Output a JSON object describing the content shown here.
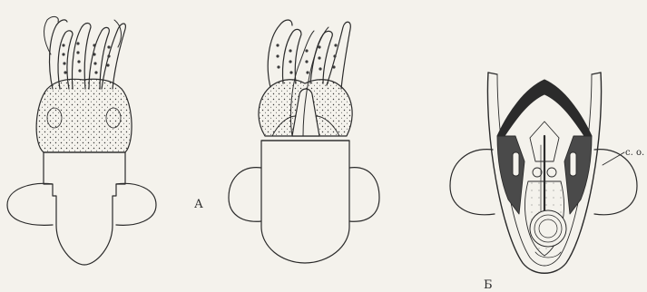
{
  "labels": {
    "panel_a": "А",
    "panel_b": "Б",
    "annotation": "с. о."
  },
  "colors": {
    "paper": "#f4f2ec",
    "ink": "#2b2b2b",
    "interior_shade": "#4a4a4a"
  }
}
